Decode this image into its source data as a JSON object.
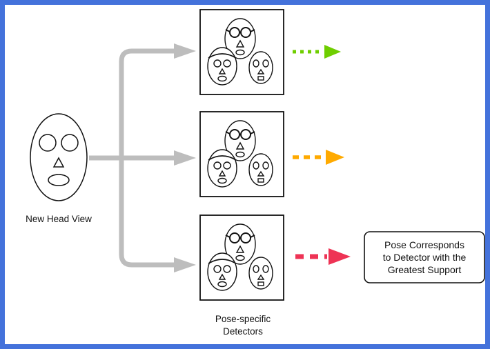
{
  "colors": {
    "frame": "#4472DB",
    "canvas": "#FFFFFF",
    "gray_arrow": "#BDBDBD",
    "outline": "#111111"
  },
  "labels": {
    "new_head_view": "New Head View",
    "pose_specific_line1": "Pose-specific",
    "pose_specific_line2": "Detectors"
  },
  "result_box": {
    "line1": "Pose Corresponds",
    "line2": "to Detector with the",
    "line3": "Greatest Support"
  },
  "arrows": {
    "top": {
      "color": "#6FCE00",
      "style": "dotted"
    },
    "middle": {
      "color": "#FFAA00",
      "style": "dashed"
    },
    "bottom": {
      "color": "#EE3355",
      "style": "dashed"
    }
  }
}
